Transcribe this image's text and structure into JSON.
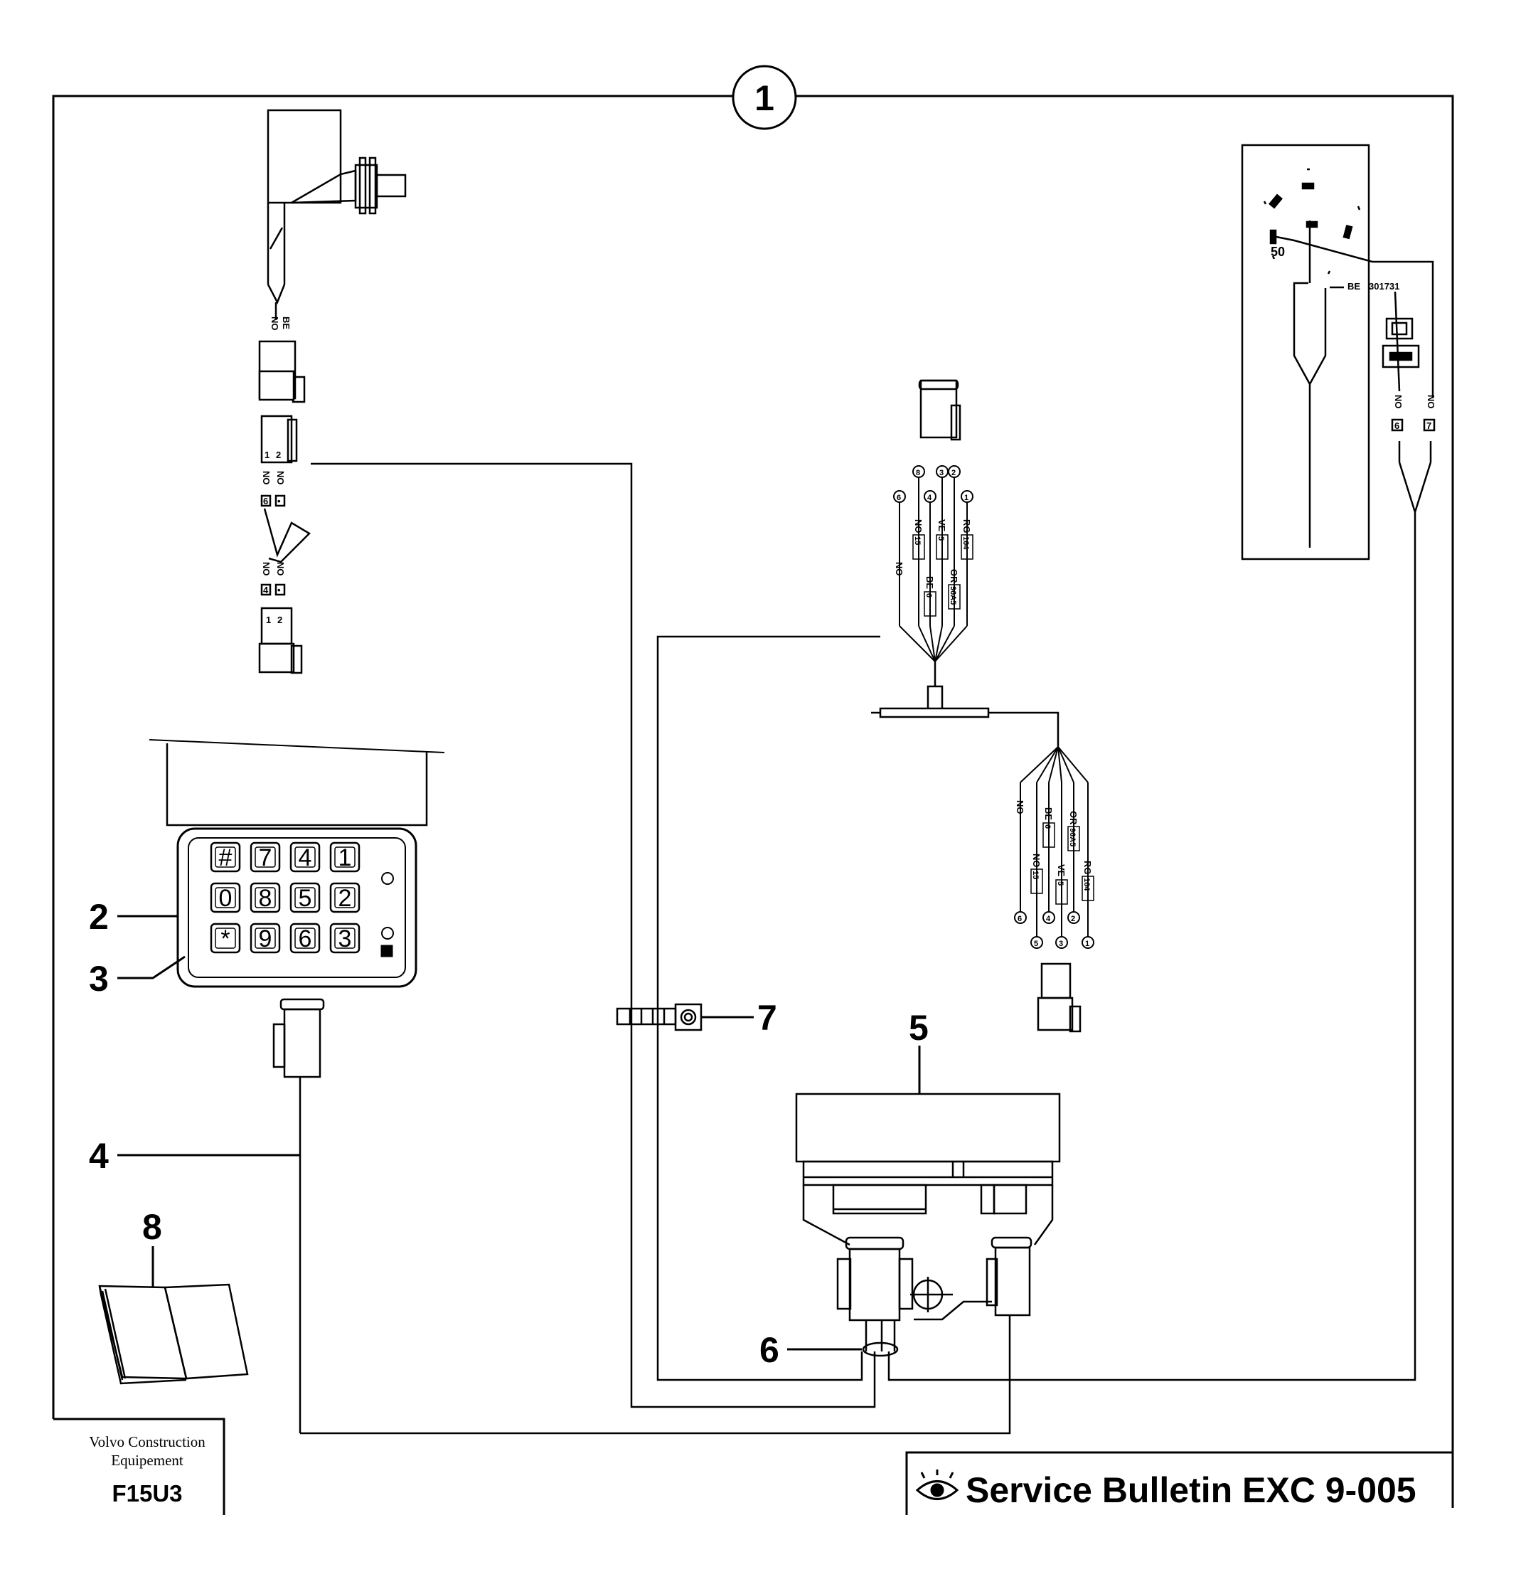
{
  "callouts": {
    "c1": "1",
    "c2": "2",
    "c3": "3",
    "c4": "4",
    "c5": "5",
    "c6": "6",
    "c7": "7",
    "c8": "8"
  },
  "keypad": {
    "keys": [
      "#",
      "7",
      "4",
      "1",
      "0",
      "8",
      "5",
      "2",
      "*",
      "9",
      "6",
      "3"
    ]
  },
  "ignition_switch": {
    "position_label": "50",
    "wire_label": "BE",
    "part_number": "301731",
    "wires": [
      {
        "color": "NO",
        "pin": "6"
      },
      {
        "color": "NO",
        "pin": "7"
      }
    ]
  },
  "sensor_harness": {
    "wire_top_a": "NO",
    "wire_top_b": "BE",
    "plug_pins": [
      "1",
      "2"
    ],
    "mid_wire_a": "NO",
    "mid_wire_b": "NO",
    "mid_pin_a": "6",
    "mid_pin_b": "•",
    "low_wire_a": "NO",
    "low_wire_b": "NO",
    "low_pin_a": "4",
    "low_pin_b": "•",
    "bottom_plug_pins": [
      "1",
      "2"
    ]
  },
  "upper_connector": {
    "pins": [
      "6",
      "4",
      "2",
      "8",
      "3",
      "1"
    ],
    "wires": [
      {
        "color": "NO",
        "code": ""
      },
      {
        "color": "NO",
        "code": "15"
      },
      {
        "color": "BE",
        "code": "6"
      },
      {
        "color": "VE",
        "code": "5"
      },
      {
        "color": "OR",
        "code": "96A5"
      },
      {
        "color": "RG",
        "code": "164"
      }
    ]
  },
  "lower_connector": {
    "pins": [
      "6",
      "5",
      "4",
      "3",
      "2",
      "1"
    ],
    "wires": [
      {
        "color": "NO",
        "code": ""
      },
      {
        "color": "NO",
        "code": "15"
      },
      {
        "color": "BE",
        "code": "6"
      },
      {
        "color": "VE",
        "code": "5"
      },
      {
        "color": "OR",
        "code": "96A5"
      },
      {
        "color": "RG",
        "code": "164"
      }
    ]
  },
  "footer": {
    "company_line1": "Volvo Construction",
    "company_line2": "Equipement",
    "code": "F15U3",
    "bulletin_title": "Service Bulletin EXC 9-005"
  }
}
